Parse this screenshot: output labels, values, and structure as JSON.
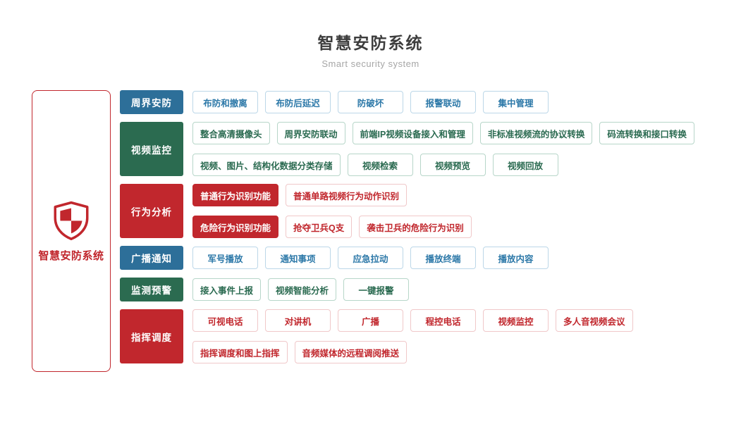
{
  "page": {
    "title": "智慧安防系统",
    "subtitle": "Smart security system"
  },
  "root": {
    "label": "智慧安防系统",
    "icon": "shield-icon"
  },
  "palette": {
    "blue": {
      "header": "#2D6F99",
      "text": "#2C78A8",
      "border": "#BCD7E8"
    },
    "green": {
      "header": "#2B6B50",
      "text": "#2A6A50",
      "border": "#B7D6C9"
    },
    "red": {
      "header": "#C1272D",
      "text": "#C1272D",
      "border": "#F0C8C9"
    }
  },
  "groups": [
    {
      "id": "perimeter-security",
      "label": "周界安防",
      "color": "blue",
      "rows": [
        [
          {
            "label": "布防和撤离"
          },
          {
            "label": "布防后延迟"
          },
          {
            "label": "防破坏"
          },
          {
            "label": "报警联动"
          },
          {
            "label": "集中管理"
          }
        ]
      ]
    },
    {
      "id": "video-surveillance",
      "label": "视频监控",
      "color": "green",
      "rows": [
        [
          {
            "label": "整合高清摄像头"
          },
          {
            "label": "周界安防联动"
          },
          {
            "label": "前端IP视频设备接入和管理"
          },
          {
            "label": "非标准视频流的协议转换"
          },
          {
            "label": "码流转换和接口转换"
          }
        ],
        [
          {
            "label": "视频、图片、结构化数据分类存储"
          },
          {
            "label": "视频检索"
          },
          {
            "label": "视频预览"
          },
          {
            "label": "视频回放"
          }
        ]
      ]
    },
    {
      "id": "behavior-analysis",
      "label": "行为分析",
      "color": "red",
      "rows": [
        [
          {
            "label": "普通行为识别功能",
            "filled": true
          },
          {
            "label": "普通单路视频行为动作识别"
          }
        ],
        [
          {
            "label": "危险行为识别功能",
            "filled": true
          },
          {
            "label": "抢夺卫兵Q支"
          },
          {
            "label": "袭击卫兵的危险行为识别"
          }
        ]
      ]
    },
    {
      "id": "broadcast-notification",
      "label": "广播通知",
      "color": "blue",
      "rows": [
        [
          {
            "label": "军号播放"
          },
          {
            "label": "通知事项"
          },
          {
            "label": "应急拉动"
          },
          {
            "label": "播放终端"
          },
          {
            "label": "播放内容"
          }
        ]
      ]
    },
    {
      "id": "monitoring-warning",
      "label": "监测预警",
      "color": "green",
      "rows": [
        [
          {
            "label": "接入事件上报"
          },
          {
            "label": "视频智能分析"
          },
          {
            "label": "一键报警"
          }
        ]
      ]
    },
    {
      "id": "command-dispatch",
      "label": "指挥调度",
      "color": "red",
      "rows": [
        [
          {
            "label": "可视电话"
          },
          {
            "label": "对讲机"
          },
          {
            "label": "广播"
          },
          {
            "label": "程控电话"
          },
          {
            "label": "视频监控"
          },
          {
            "label": "多人音视频会议"
          }
        ],
        [
          {
            "label": "指挥调度和图上指挥"
          },
          {
            "label": "音频媒体的远程调阅推送"
          }
        ]
      ]
    }
  ]
}
